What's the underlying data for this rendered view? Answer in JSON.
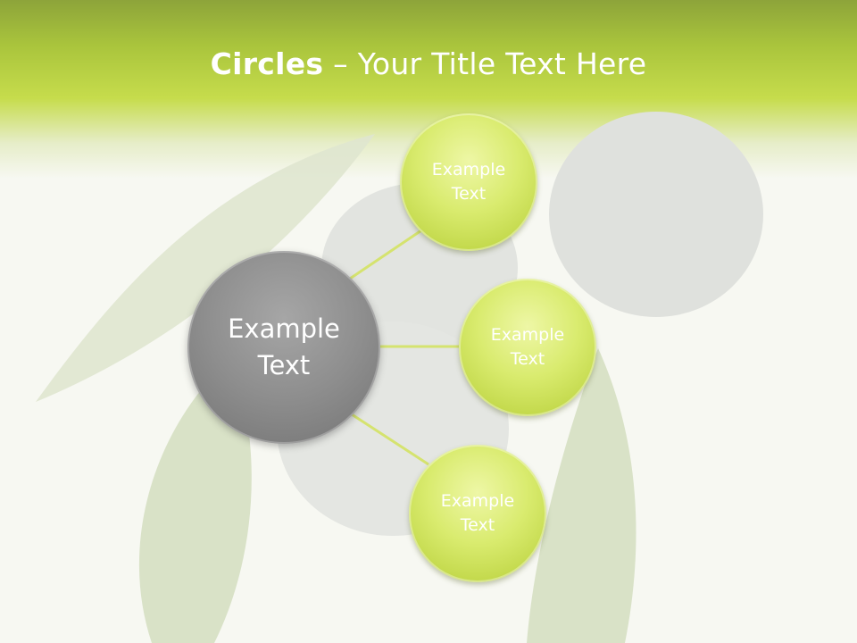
{
  "slide": {
    "title_bold": "Circles",
    "title_sep": " – ",
    "title_rest": "Your Title Text Here"
  },
  "diagram": {
    "center": {
      "line1": "Example",
      "line2": "Text",
      "color": "#8e8e8e"
    },
    "nodes": [
      {
        "line1": "Example",
        "line2": "Text"
      },
      {
        "line1": "Example",
        "line2": "Text"
      },
      {
        "line1": "Example",
        "line2": "Text"
      }
    ],
    "node_color": "#d9eb6e",
    "connector_color": "#d5e36f"
  }
}
